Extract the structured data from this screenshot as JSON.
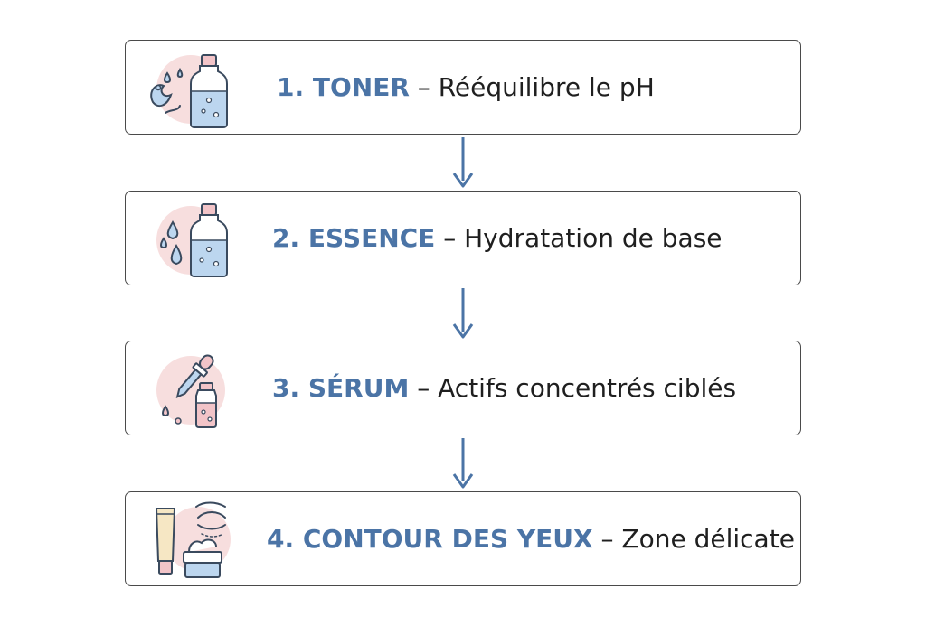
{
  "steps": [
    {
      "label": "1. TONER",
      "separator": " – ",
      "desc": "Rééquilibre le pH",
      "icon": "toner-bottle-splash-icon"
    },
    {
      "label": "2. ESSENCE",
      "separator": " – ",
      "desc": "Hydratation de base",
      "icon": "essence-bottle-drops-icon"
    },
    {
      "label": "3. SÉRUM",
      "separator": " – ",
      "desc": "Actifs concentrés ciblés",
      "icon": "serum-dropper-bottle-icon"
    },
    {
      "label": "4. CONTOUR DES YEUX",
      "separator": " – ",
      "desc": "Zone délicate",
      "icon": "eye-cream-tube-jar-icon"
    }
  ],
  "colors": {
    "label": "#4b74a6",
    "arrow": "#4b74a6",
    "border": "#4a4a4a",
    "blush": "#f7dede",
    "liquid_blue": "#bcd6ef",
    "liquid_pink": "#f2c4c8"
  }
}
